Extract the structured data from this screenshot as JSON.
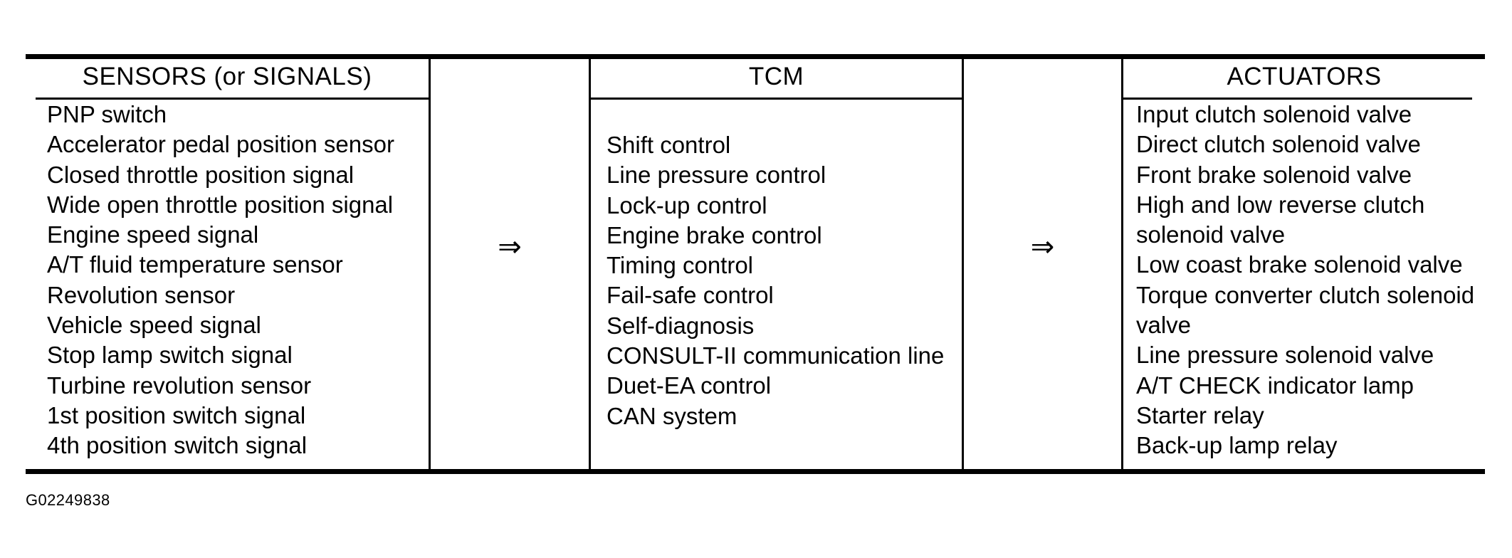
{
  "figure": {
    "caption_id": "G02249838",
    "arrow_glyph": "⇒"
  },
  "table": {
    "columns": [
      {
        "key": "sensors",
        "title": "SENSORS (or SIGNALS)",
        "items": [
          "PNP switch",
          "Accelerator pedal position sensor",
          "Closed throttle position signal",
          "Wide open throttle position signal",
          "Engine speed signal",
          "A/T fluid temperature sensor",
          "Revolution sensor",
          "Vehicle speed signal",
          "Stop lamp switch signal",
          "Turbine revolution sensor",
          "1st position switch signal",
          "4th position switch signal"
        ]
      },
      {
        "key": "tcm",
        "title": "TCM",
        "items": [
          "Shift control",
          "Line pressure control",
          "Lock-up control",
          "Engine brake control",
          "Timing control",
          "Fail-safe control",
          "Self-diagnosis",
          "CONSULT-II communication line",
          "Duet-EA control",
          "CAN system"
        ]
      },
      {
        "key": "actuators",
        "title": "ACTUATORS",
        "items": [
          "Input clutch solenoid valve",
          "Direct clutch solenoid valve",
          "Front brake solenoid valve",
          "High and low reverse clutch",
          "solenoid valve",
          "Low coast brake solenoid valve",
          "Torque converter clutch solenoid",
          "valve",
          "Line pressure solenoid valve",
          "A/T CHECK indicator lamp",
          "Starter relay",
          "Back-up lamp relay"
        ]
      }
    ]
  }
}
